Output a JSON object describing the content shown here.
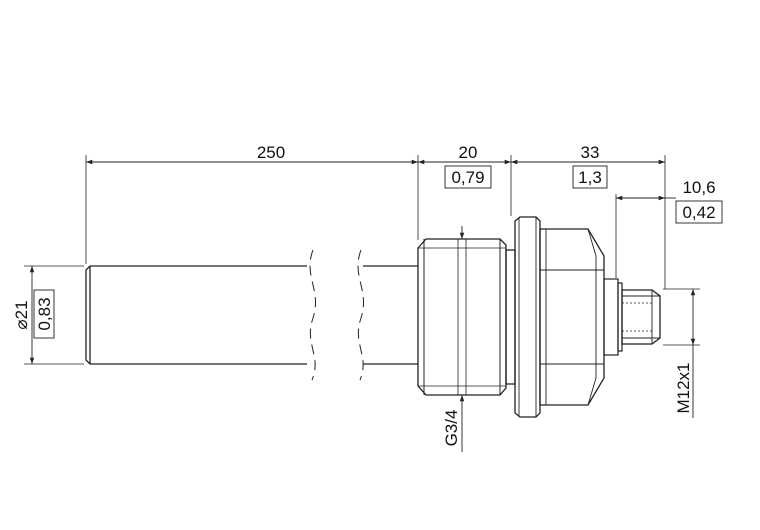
{
  "dimensions": {
    "probe_length": {
      "value": "250"
    },
    "thread_length": {
      "value": "20",
      "inch": "0,79"
    },
    "body_length": {
      "value": "33",
      "inch": "1,3"
    },
    "connector_length": {
      "value": "10,6",
      "inch": "0,42"
    },
    "probe_diameter": {
      "value": "⌀21",
      "inch": "0,83"
    },
    "process_thread": {
      "value": "G3/4"
    },
    "connector_thread": {
      "value": "M12x1"
    }
  },
  "colors": {
    "line": "#222222",
    "text": "#111111",
    "background": "#ffffff"
  }
}
